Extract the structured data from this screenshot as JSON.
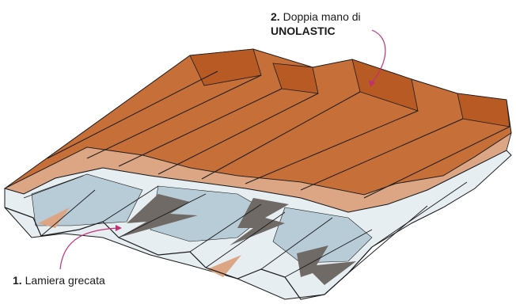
{
  "labels": {
    "coating": {
      "number": "2.",
      "line1": "Doppia mano di",
      "line2": "UNOLASTIC"
    },
    "sheet": {
      "number": "1.",
      "text": "Lamiera grecata"
    }
  },
  "colors": {
    "coating_dark": "#b85a24",
    "coating_mid": "#cc7a45",
    "coating_light": "#dca684",
    "metal_light": "#e6eef2",
    "metal_blue": "#b7ccd6",
    "shadow_grey": "#6f6a66",
    "leader_line": "#c22f74",
    "outline": "#1a1a1a"
  }
}
